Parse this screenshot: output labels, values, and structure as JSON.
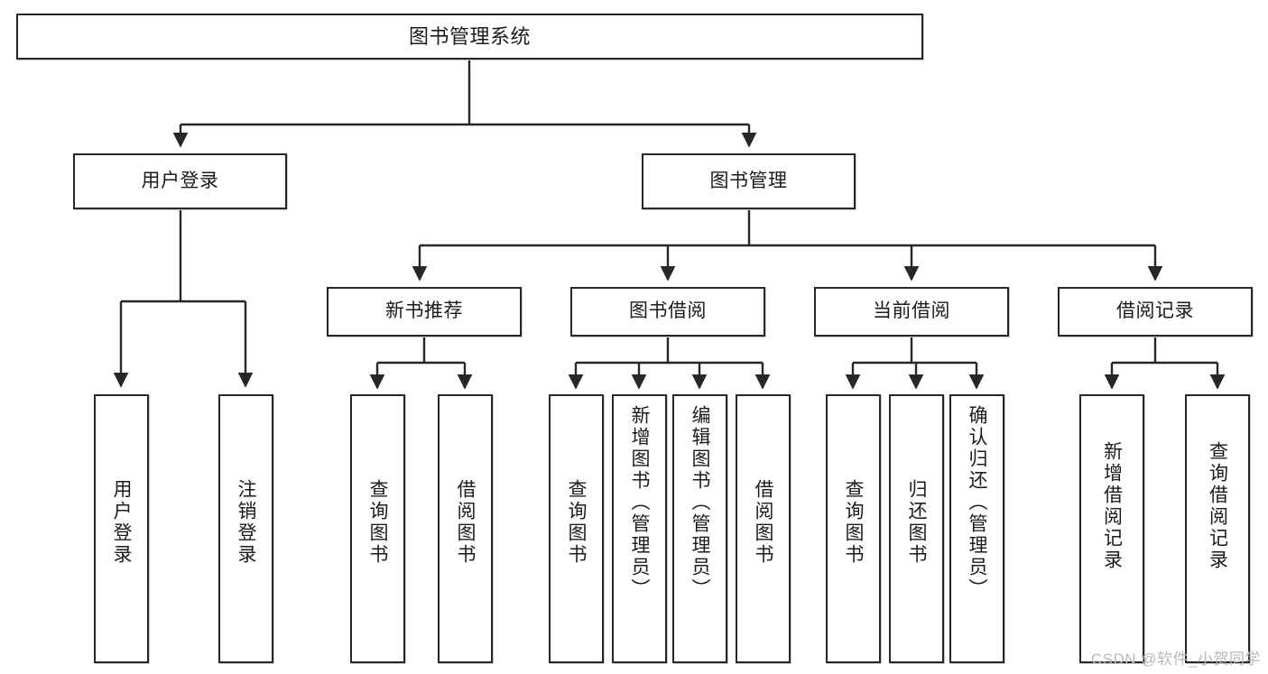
{
  "diagram": {
    "type": "tree-hierarchy",
    "title": "图书管理系统",
    "watermark": "CSDN @软件_小贺同学",
    "colors": {
      "box_border": "#272727",
      "box_fill": "#ffffff",
      "edge": "#272727",
      "text": "#1b1b1b",
      "watermark": "#b9b9b9"
    },
    "nodes": {
      "root": {
        "label": "图书管理系统"
      },
      "level2": [
        {
          "label": "用户登录"
        },
        {
          "label": "图书管理"
        }
      ],
      "level3": [
        {
          "label": "新书推荐"
        },
        {
          "label": "图书借阅"
        },
        {
          "label": "当前借阅"
        },
        {
          "label": "借阅记录"
        }
      ],
      "leaves": {
        "user_login": [
          {
            "label": "用户登录"
          },
          {
            "label": "注销登录"
          }
        ],
        "new_book_recommend": [
          {
            "label": "查询图书"
          },
          {
            "label": "借阅图书"
          }
        ],
        "book_borrow": [
          {
            "label": "查询图书"
          },
          {
            "label": "新增图书（管理员）"
          },
          {
            "label": "编辑图书（管理员）"
          },
          {
            "label": "借阅图书"
          }
        ],
        "current_borrow": [
          {
            "label": "查询图书"
          },
          {
            "label": "归还图书"
          },
          {
            "label": "确认归还（管理员）"
          }
        ],
        "borrow_record": [
          {
            "label": "新增借阅记录"
          },
          {
            "label": "查询借阅记录"
          }
        ]
      }
    }
  }
}
